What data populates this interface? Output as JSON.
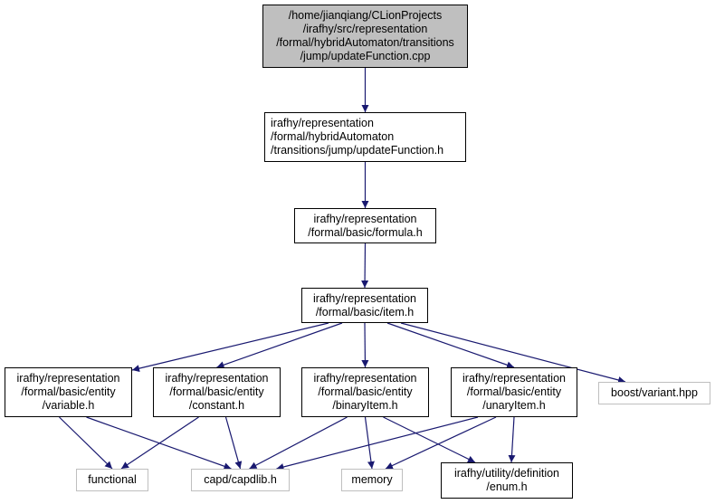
{
  "nodes": [
    {
      "id": "n_root",
      "lines": [
        "/home/jianqiang/CLionProjects",
        "/irafhy/src/representation",
        "/formal/hybridAutomaton/transitions",
        "/jump/updateFunction.cpp"
      ]
    },
    {
      "id": "n_uf",
      "lines": [
        "irafhy/representation",
        "/formal/hybridAutomaton",
        "/transitions/jump/updateFunction.h"
      ]
    },
    {
      "id": "n_formula",
      "lines": [
        "irafhy/representation",
        "/formal/basic/formula.h"
      ]
    },
    {
      "id": "n_item",
      "lines": [
        "irafhy/representation",
        "/formal/basic/item.h"
      ]
    },
    {
      "id": "n_variable",
      "lines": [
        "irafhy/representation",
        "/formal/basic/entity",
        "/variable.h"
      ]
    },
    {
      "id": "n_constant",
      "lines": [
        "irafhy/representation",
        "/formal/basic/entity",
        "/constant.h"
      ]
    },
    {
      "id": "n_binary",
      "lines": [
        "irafhy/representation",
        "/formal/basic/entity",
        "/binaryItem.h"
      ]
    },
    {
      "id": "n_unary",
      "lines": [
        "irafhy/representation",
        "/formal/basic/entity",
        "/unaryItem.h"
      ]
    },
    {
      "id": "n_boost",
      "lines": [
        "boost/variant.hpp"
      ]
    },
    {
      "id": "n_functional",
      "lines": [
        "functional"
      ]
    },
    {
      "id": "n_capd",
      "lines": [
        "capd/capdlib.h"
      ]
    },
    {
      "id": "n_memory",
      "lines": [
        "memory"
      ]
    },
    {
      "id": "n_enum",
      "lines": [
        "irafhy/utility/definition",
        "/enum.h"
      ]
    }
  ],
  "edges": [
    [
      "n_root",
      "n_uf"
    ],
    [
      "n_uf",
      "n_formula"
    ],
    [
      "n_formula",
      "n_item"
    ],
    [
      "n_item",
      "n_variable"
    ],
    [
      "n_item",
      "n_constant"
    ],
    [
      "n_item",
      "n_binary"
    ],
    [
      "n_item",
      "n_unary"
    ],
    [
      "n_item",
      "n_boost"
    ],
    [
      "n_variable",
      "n_functional"
    ],
    [
      "n_variable",
      "n_capd"
    ],
    [
      "n_constant",
      "n_functional"
    ],
    [
      "n_constant",
      "n_capd"
    ],
    [
      "n_binary",
      "n_capd"
    ],
    [
      "n_binary",
      "n_memory"
    ],
    [
      "n_binary",
      "n_enum"
    ],
    [
      "n_unary",
      "n_capd"
    ],
    [
      "n_unary",
      "n_memory"
    ],
    [
      "n_unary",
      "n_enum"
    ]
  ],
  "colors": {
    "edge": "#191970",
    "root_fill": "#bfbfbf",
    "node_border": "#000000",
    "external_border": "#bfbfbf"
  }
}
